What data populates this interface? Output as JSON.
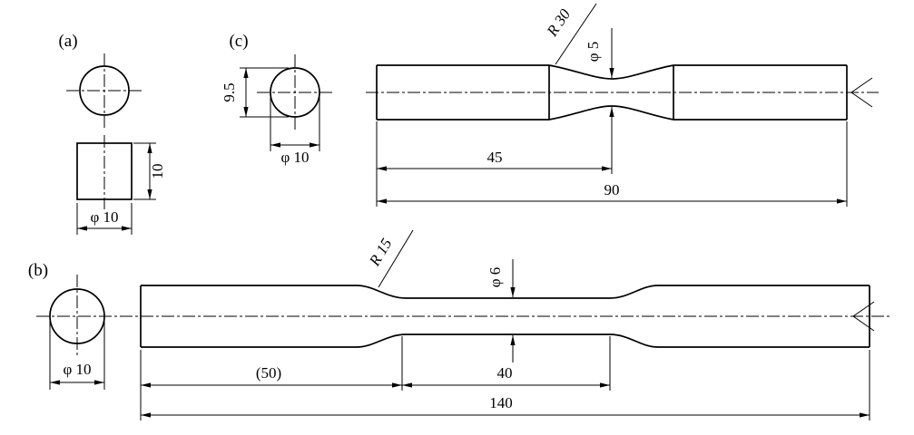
{
  "parts": {
    "a": {
      "label": "(a)",
      "height": "10",
      "diameter": "φ 10"
    },
    "c": {
      "label": "(c)",
      "end_height": "9.5",
      "end_diameter": "φ 10",
      "fillet_radius": "R 30",
      "neck_diameter": "φ 5",
      "half_length": "45",
      "total_length": "90"
    },
    "b": {
      "label": "(b)",
      "end_diameter": "φ 10",
      "fillet_radius": "R 15",
      "gauge_diameter": "φ 6",
      "grip_length": "(50)",
      "gauge_length": "40",
      "total_length": "140"
    }
  },
  "colors": {
    "ink": "#000000",
    "background": "#ffffff"
  }
}
